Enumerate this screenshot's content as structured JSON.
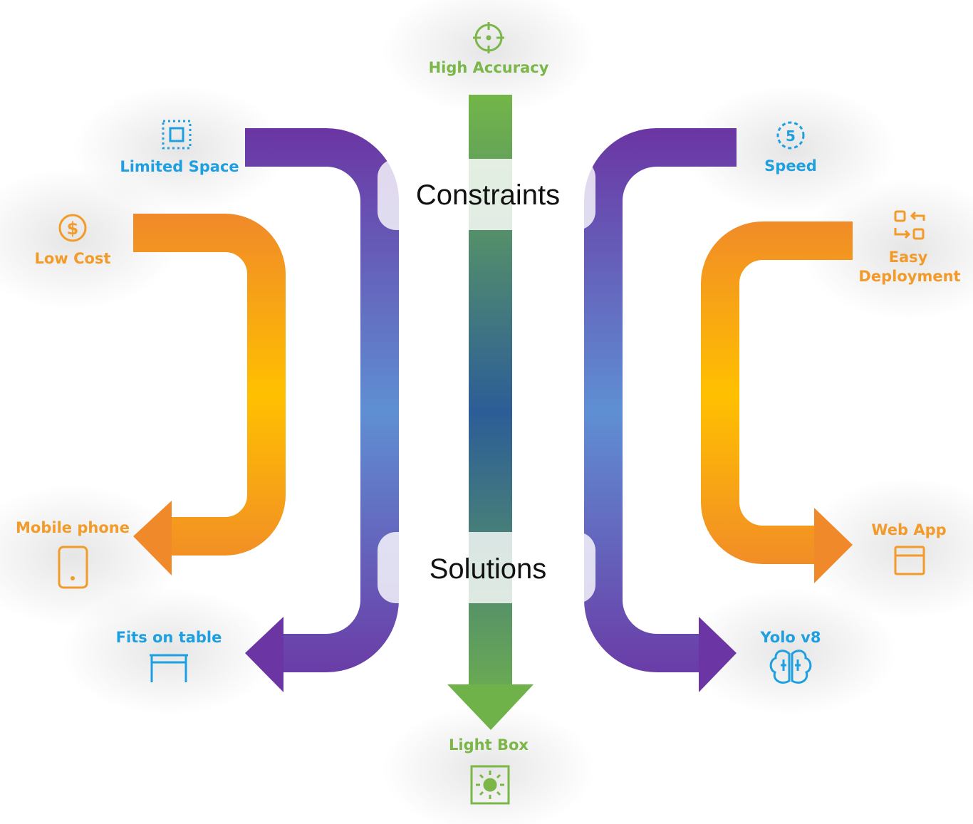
{
  "center": {
    "constraints_label": "Constraints",
    "solutions_label": "Solutions"
  },
  "constraints": {
    "high_accuracy": "High Accuracy",
    "limited_space": "Limited Space",
    "low_cost": "Low Cost",
    "speed": "Speed",
    "easy_deployment": [
      "Easy",
      "Deployment"
    ]
  },
  "solutions": {
    "light_box": "Light Box",
    "fits_on_table": "Fits on table",
    "mobile_phone": "Mobile phone",
    "yolo": "Yolo v8",
    "web_app": "Web App"
  },
  "icons": {
    "high_accuracy": "crosshair-icon",
    "limited_space": "frame-icon",
    "low_cost": "dollar-icon",
    "speed": "timer-5-icon",
    "easy_deployment": "swap-arrows-icon",
    "light_box": "sun-box-icon",
    "fits_on_table": "table-icon",
    "mobile_phone": "smartphone-icon",
    "yolo": "brain-icon",
    "web_app": "browser-window-icon"
  },
  "speed_icon_digit": "5",
  "colors": {
    "green": "#7ab648",
    "orange": "#f29b2a",
    "blue": "#1ea0e0",
    "purple": "#6a36a3",
    "purple_mid": "#5e8fd4",
    "orange_mid": "#ffc000",
    "green_mid": "#2c5f96"
  }
}
